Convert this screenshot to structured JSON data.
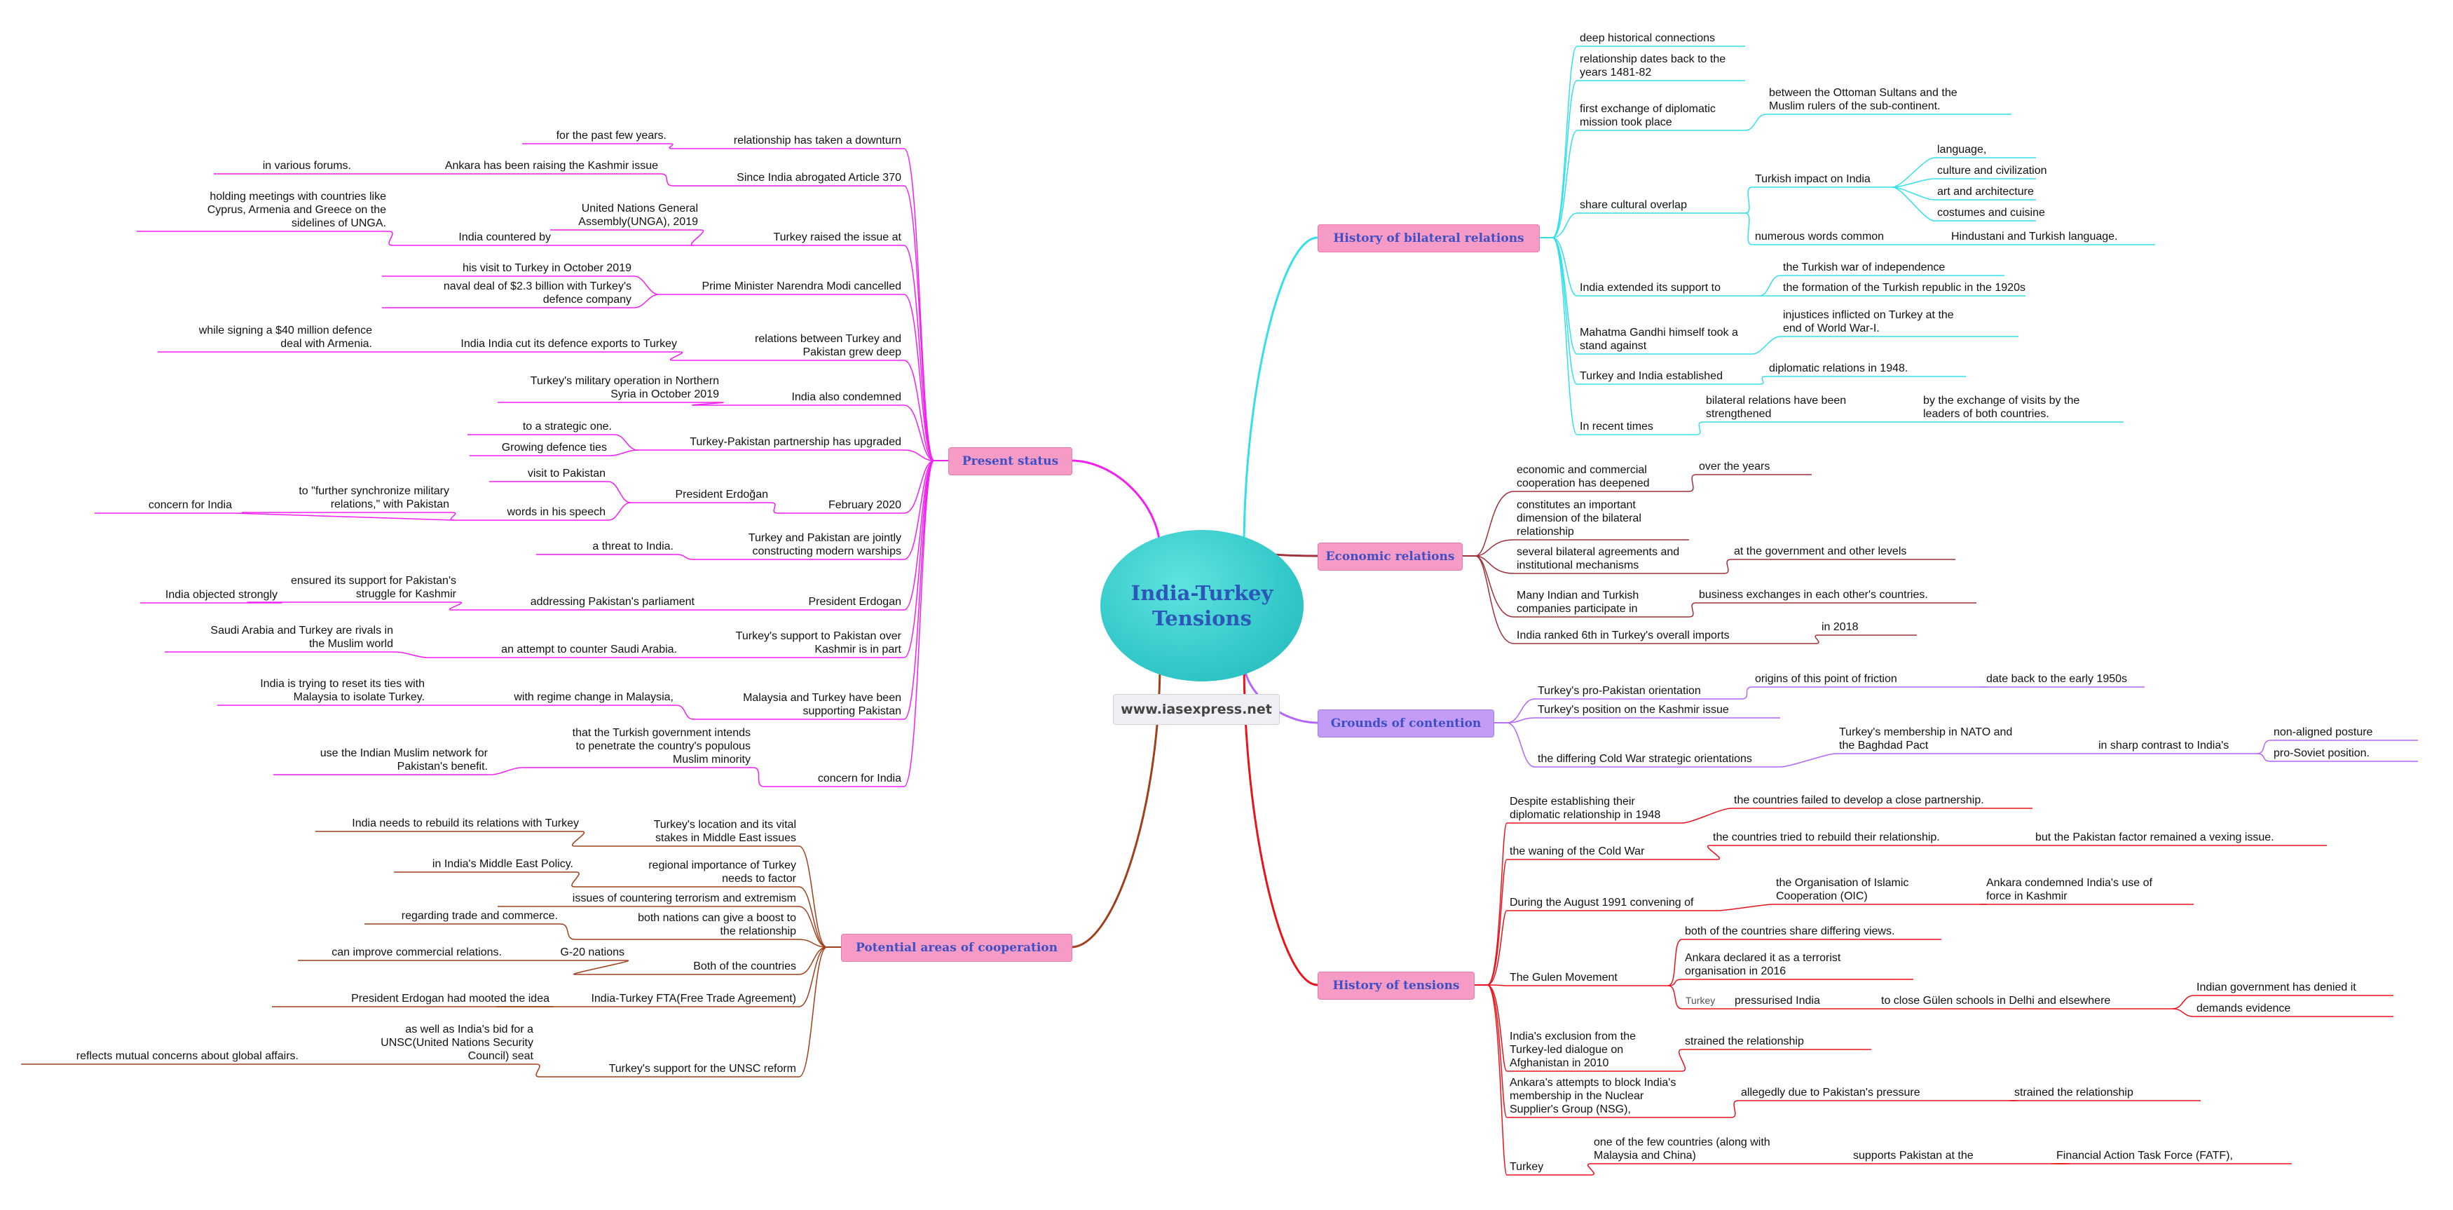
{
  "center": {
    "title": "India-Turkey\nTensions"
  },
  "website": "www.iasexpress.net",
  "colors": {
    "history": "#33e0ea",
    "economic": "#a0303a",
    "grounds": "#b366ff",
    "tensions": "#e8131b",
    "cooperation": "#a0401a",
    "present": "#f21ff2",
    "branch_pink": "#f69ac6",
    "branch_purple": "#c29cf6"
  },
  "branches": {
    "history": "History of bilateral relations",
    "economic": "Economic relations",
    "grounds": "Grounds of contention",
    "tensions": "History of tensions",
    "cooperation": "Potential areas of cooperation",
    "present": "Present status"
  },
  "history": {
    "n1": "deep historical connections",
    "n2": "relationship dates back to the\nyears 1481-82",
    "n3": "first exchange of diplomatic\nmission took place",
    "n3a": "between the Ottoman Sultans and the\nMuslim rulers of the sub-continent.",
    "n4": "share cultural overlap",
    "n4a": "Turkish impact on India",
    "n4a1": "language,",
    "n4a2": "culture and civilization",
    "n4a3": "art and architecture",
    "n4a4": "costumes and cuisine",
    "n4b": "numerous words common",
    "n4b1": "Hindustani and Turkish language.",
    "n5": "India extended its support to",
    "n5a": "the Turkish war of independence",
    "n5b": "the formation of the Turkish republic in the 1920s",
    "n6": "Mahatma Gandhi himself took a\nstand against",
    "n6a": "injustices inflicted on Turkey at the\nend of World War-I.",
    "n7": "Turkey and India established",
    "n7a": "diplomatic relations in 1948.",
    "n8": "In recent times",
    "n8a": "bilateral relations have been\nstrengthened",
    "n8b": "by the exchange of visits by the\nleaders of both countries."
  },
  "economic": {
    "n1": "economic and commercial\ncooperation has deepened",
    "n1a": "over the years",
    "n2": "constitutes an important\ndimension of the bilateral\nrelationship",
    "n3": "several bilateral agreements and\ninstitutional mechanisms",
    "n3a": "at the government and other levels",
    "n4": "Many Indian and Turkish\ncompanies participate in",
    "n4a": "business exchanges in each other's countries.",
    "n5": "India ranked 6th in Turkey's overall imports",
    "n5a": "in 2018"
  },
  "grounds": {
    "n1": "Turkey's pro-Pakistan orientation",
    "n1a": "origins of this point of friction",
    "n1b": "date back to the early 1950s",
    "n2": "Turkey's position on the Kashmir issue",
    "n3": "the differing Cold War strategic orientations",
    "n3a": "Turkey's membership in NATO and\nthe Baghdad Pact",
    "n3b": "in sharp contrast to India's",
    "n3c": "non-aligned posture",
    "n3d": "pro-Soviet position."
  },
  "tensions": {
    "n1": "Despite establishing their\ndiplomatic relationship in 1948",
    "n1a": "the countries failed to develop a close partnership.",
    "n2": "the waning of the Cold War",
    "n2a": "the countries tried to rebuild their relationship.",
    "n2b": "but the Pakistan factor remained a vexing issue.",
    "n3": "During the August 1991 convening of",
    "n3a": "the Organisation of Islamic\nCooperation (OIC)",
    "n3b": "Ankara condemned India's use of\nforce in Kashmir",
    "n4": "The Gulen Movement",
    "n4a": "both of the countries share differing views.",
    "n4b": "Ankara declared it as a terrorist\norganisation in 2016",
    "n4c_pre": "Turkey",
    "n4c": "pressurised India",
    "n4c1": "to close Gülen schools in Delhi and elsewhere",
    "n4c2": "Indian government has denied it",
    "n4c3": "demands evidence",
    "n5": "India's exclusion from the\nTurkey-led dialogue on\nAfghanistan in 2010",
    "n5a": "strained the relationship",
    "n6": "Ankara's attempts to block India's\nmembership in the Nuclear\nSupplier's Group (NSG),",
    "n6a": "allegedly due to Pakistan's pressure",
    "n6b": "strained the relationship",
    "n7": "Turkey",
    "n7a": "one of the few countries (along with\nMalaysia and China)",
    "n7b": "supports Pakistan at the",
    "n7c": "Financial Action Task Force (FATF),"
  },
  "cooperation": {
    "n1": "Turkey's location and its vital\nstakes in Middle East issues",
    "n1a": "India needs to rebuild its relations with Turkey",
    "n2": "regional importance of Turkey\nneeds to factor",
    "n2a": "in India's Middle East Policy.",
    "n3": "issues of countering terrorism and extremism",
    "n4": "both nations can give a boost to\nthe relationship",
    "n4a": "regarding trade and commerce.",
    "n5": "Both of the countries",
    "n5a": "G-20 nations",
    "n5b": "can improve commercial relations.",
    "n6": "India-Turkey FTA(Free Trade Agreement)",
    "n6a": "President Erdogan had mooted the idea",
    "n7": "Turkey's support for the UNSC reform",
    "n7a": "as well as India's bid for a\nUNSC(United Nations Security\nCouncil) seat",
    "n7b": "reflects mutual concerns about global affairs."
  },
  "present": {
    "p1": "relationship has taken a downturn",
    "p1a": "for the past few years.",
    "p2": "Since India abrogated Article 370",
    "p2a": "Ankara has been raising the Kashmir issue",
    "p2b": "in various forums.",
    "p3": "Turkey raised the issue at",
    "p3a": "United Nations General\nAssembly(UNGA), 2019",
    "p3b": "India countered by",
    "p3c": "holding meetings with countries like\nCyprus, Armenia and Greece on the\nsidelines of UNGA.",
    "p4": "Prime Minister Narendra Modi cancelled",
    "p4a": "his visit to Turkey in October 2019",
    "p4b": "naval deal of $2.3 billion with Turkey's\ndefence company",
    "p5": "relations between Turkey and\nPakistan grew deep",
    "p5a": "India India cut its defence exports to Turkey",
    "p5b": "while signing a $40 million defence\ndeal with Armenia.",
    "p6": "India also condemned",
    "p6a": "Turkey's military operation in Northern\nSyria in October 2019",
    "p7": "Turkey-Pakistan partnership has upgraded",
    "p7a": "to a strategic one.",
    "p7b": "Growing defence ties",
    "p8": "February 2020",
    "p8a": "President Erdoğan",
    "p8a1": "visit to Pakistan",
    "p8a2": "words in his speech",
    "p8a2a": "to \"further synchronize military\nrelations,\" with Pakistan",
    "p8a2b": "concern for India",
    "p9": "Turkey and Pakistan are jointly\nconstructing modern warships",
    "p9a": "a threat to India.",
    "p10": "President Erdogan",
    "p10a": "addressing Pakistan's parliament",
    "p10b": "ensured its support for Pakistan's\nstruggle for Kashmir",
    "p10c": "India objected strongly",
    "p11": "Turkey's support to Pakistan over\nKashmir is in part",
    "p11a": "an attempt to counter Saudi Arabia.",
    "p11b": "Saudi Arabia and Turkey are rivals in\nthe Muslim world",
    "p12": "Malaysia and Turkey have been\nsupporting Pakistan",
    "p12a": "with regime change in Malaysia,",
    "p12b": "India is trying to reset its ties with\nMalaysia to isolate Turkey.",
    "p13": "concern for India",
    "p13a": "that the Turkish government intends\nto penetrate the country's populous\nMuslim minority",
    "p13b": "use the Indian Muslim network for\nPakistan's benefit."
  }
}
